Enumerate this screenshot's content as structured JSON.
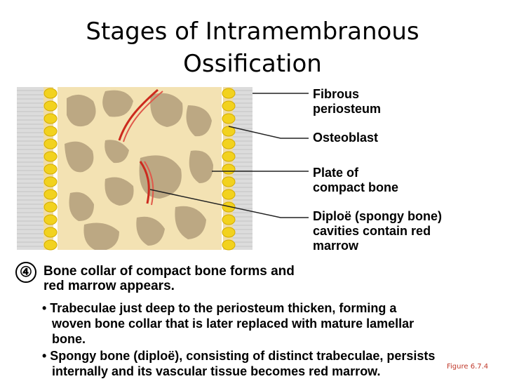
{
  "title": {
    "line1": "Stages of Intramembranous",
    "line2": "Ossification"
  },
  "labels": {
    "fibrous_periosteum": [
      "Fibrous",
      "periosteum"
    ],
    "osteoblast": [
      "Osteoblast"
    ],
    "plate_compact_bone": [
      "Plate of",
      "compact bone"
    ],
    "diploe": [
      "Diploë (spongy bone)",
      "cavities contain red",
      "marrow"
    ]
  },
  "step": {
    "number": "④",
    "heading": [
      "Bone collar of compact bone forms and",
      "red marrow appears."
    ],
    "bullets": [
      [
        "• Trabeculae just deep to the periosteum thicken, forming a",
        "woven bone collar that is later replaced with mature lamellar",
        "bone."
      ],
      [
        "• Spongy bone (diploë), consisting of distinct trabeculae, persists",
        "internally and its vascular tissue becomes red marrow."
      ]
    ]
  },
  "figure_ref": "Figure 6.7.4",
  "colors": {
    "periosteum": "#d9d9d9",
    "osteoblast": "#f2d21e",
    "bone": "#f3e2b3",
    "cavity": "#bca883",
    "vessel": "#cc2a1e",
    "leader": "#222222"
  }
}
